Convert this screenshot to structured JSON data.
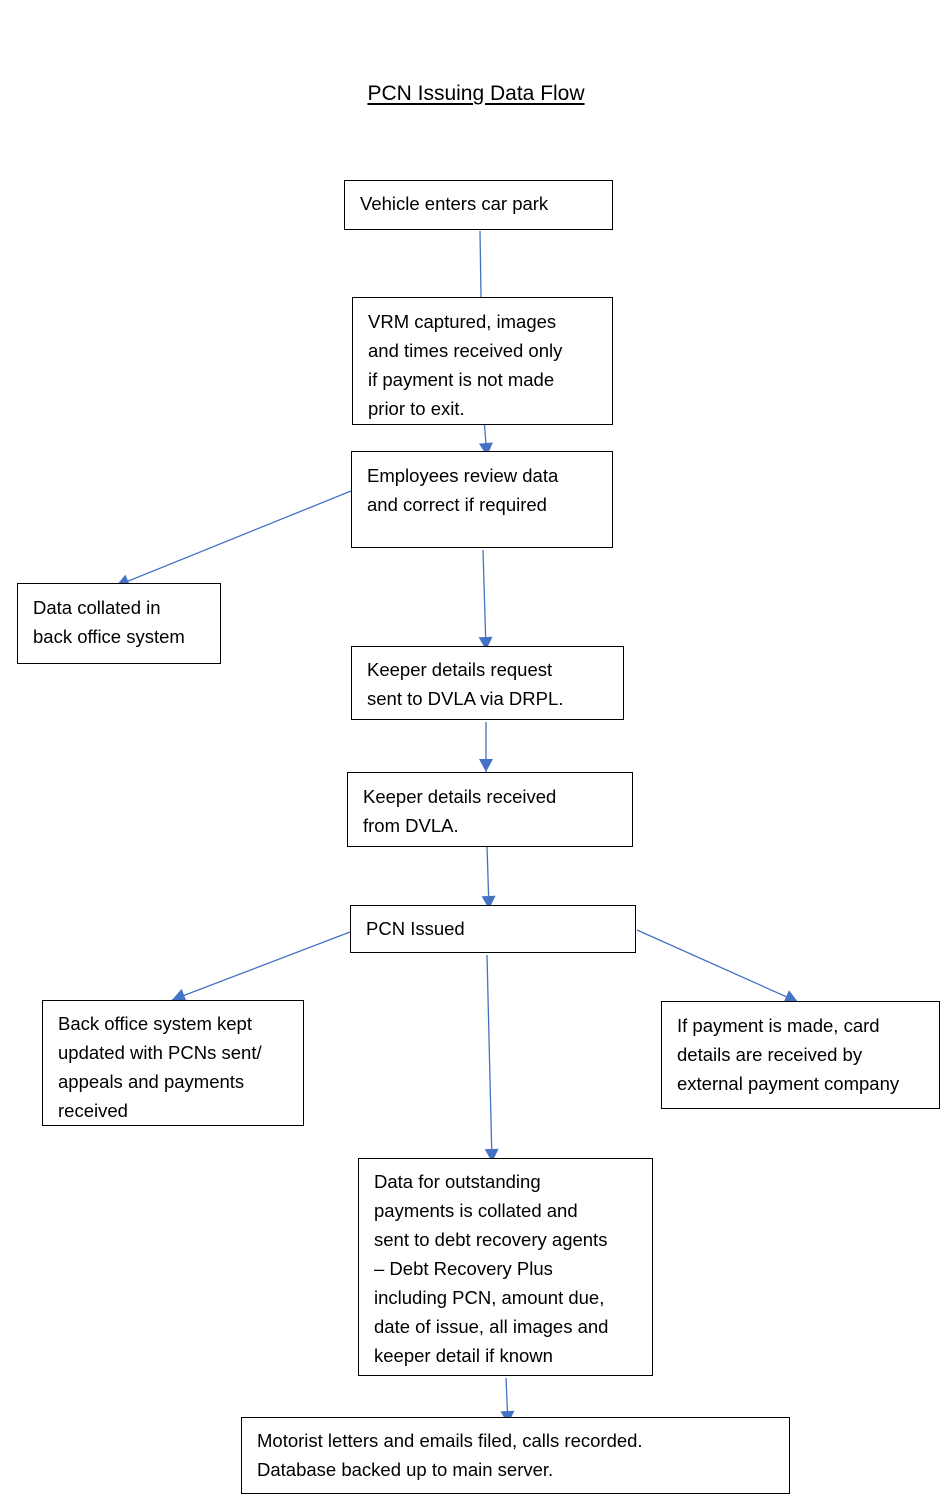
{
  "diagram": {
    "title": "PCN Issuing Data Flow",
    "nodes": [
      {
        "id": "n1",
        "name": "node-vehicle-enters",
        "text": "Vehicle enters car park"
      },
      {
        "id": "n2",
        "name": "node-vrm-captured",
        "text": "VRM captured, images\nand times received only\nif payment is not made\nprior to exit."
      },
      {
        "id": "n3",
        "name": "node-employees-review",
        "text": "Employees review data\nand correct if required"
      },
      {
        "id": "n4",
        "name": "node-data-collated",
        "text": "Data collated in\nback office system"
      },
      {
        "id": "n5",
        "name": "node-keeper-request",
        "text": "Keeper details request\nsent to DVLA via DRPL."
      },
      {
        "id": "n6",
        "name": "node-keeper-received",
        "text": "Keeper details received\nfrom DVLA."
      },
      {
        "id": "n7",
        "name": "node-pcn-issued",
        "text": "PCN Issued"
      },
      {
        "id": "n8",
        "name": "node-back-office-updated",
        "text": "Back office system kept\nupdated with PCNs sent/\nappeals and payments\nreceived"
      },
      {
        "id": "n9",
        "name": "node-payment-made",
        "text": "If payment is made, card\ndetails are received by\nexternal payment company"
      },
      {
        "id": "n10",
        "name": "node-outstanding-payments",
        "text": "Data for outstanding\npayments is collated and\nsent to debt recovery agents\n– Debt Recovery Plus\nincluding PCN, amount due,\ndate of issue, all images and\nkeeper detail if known"
      },
      {
        "id": "n11",
        "name": "node-motorist-letters",
        "text": "Motorist letters and emails filed, calls recorded.\nDatabase backed up to main server."
      }
    ],
    "edges": [
      {
        "from": "n1",
        "to": "n2",
        "arrow": false
      },
      {
        "from": "n2",
        "to": "n3",
        "arrow": true
      },
      {
        "from": "n3",
        "to": "n4",
        "arrow": true
      },
      {
        "from": "n3",
        "to": "n5",
        "arrow": true
      },
      {
        "from": "n5",
        "to": "n6",
        "arrow": true
      },
      {
        "from": "n6",
        "to": "n7",
        "arrow": true
      },
      {
        "from": "n7",
        "to": "n8",
        "arrow": true
      },
      {
        "from": "n7",
        "to": "n9",
        "arrow": true
      },
      {
        "from": "n7",
        "to": "n10",
        "arrow": true
      },
      {
        "from": "n10",
        "to": "n11",
        "arrow": true
      }
    ],
    "colors": {
      "edge": "#4472c4",
      "box_border": "#000000",
      "text": "#000000"
    }
  }
}
